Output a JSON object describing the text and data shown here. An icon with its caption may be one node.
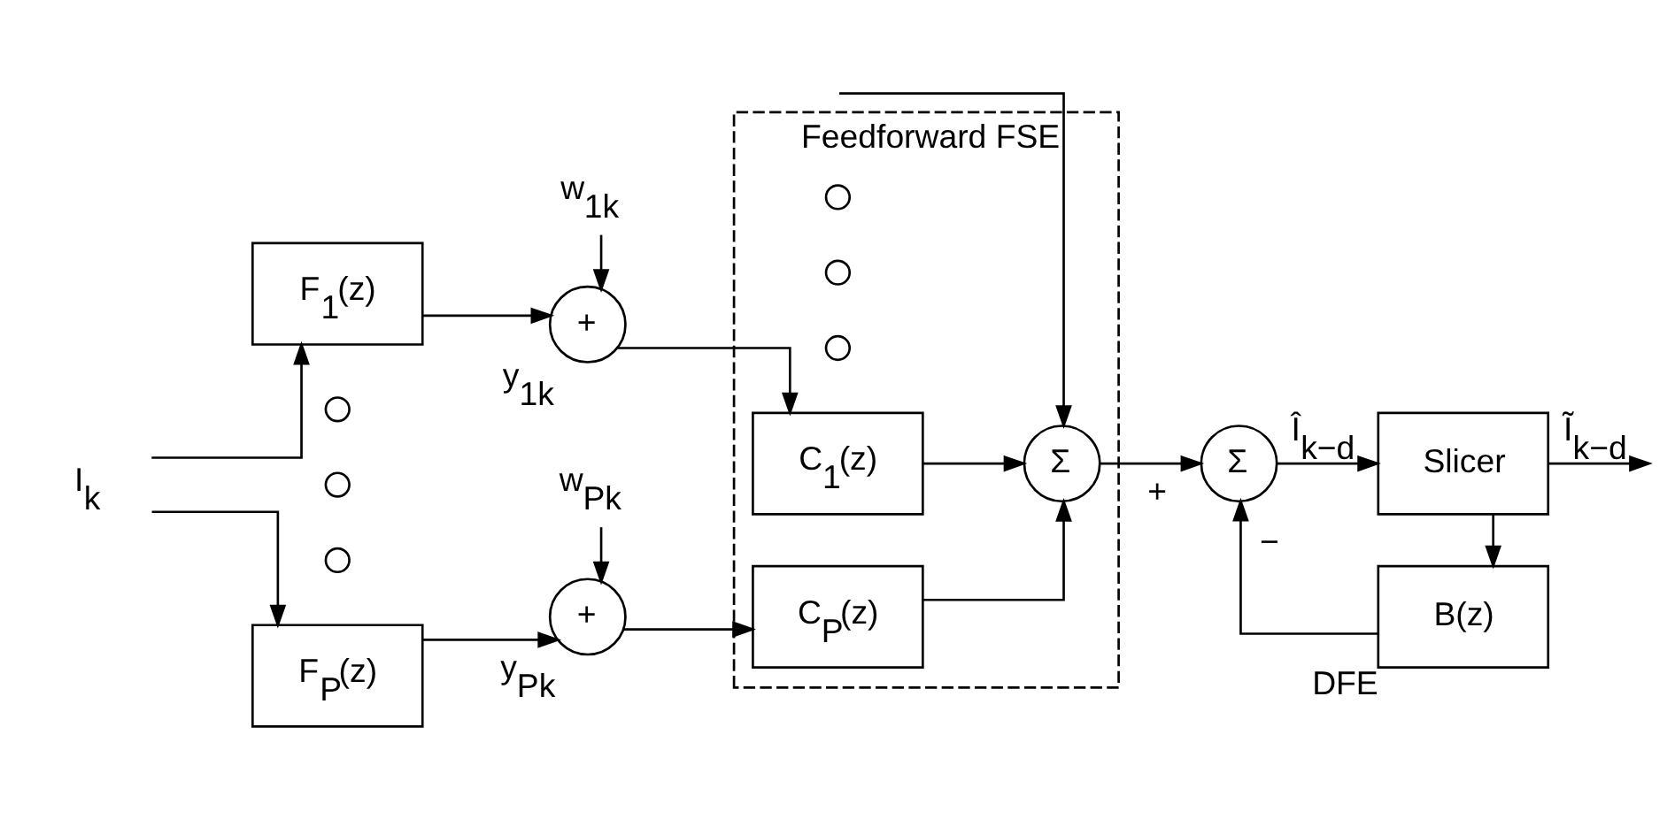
{
  "diagram": {
    "nodes": [
      {
        "text": [
          "Feedforward FSE"
        ]
      },
      {
        "text": [
          "I$_{k}$"
        ]
      },
      {
        "text": [
          "F$_{1}$(z)"
        ]
      },
      {
        "text": [
          "+"
        ],
        "beside": [
          "y$_{1k}$"
        ]
      },
      {
        "text": [
          "w$_{1k}$"
        ]
      },
      {
        "text": [
          "F$_{P}$(z)"
        ]
      },
      {
        "text": [
          "+"
        ],
        "beside": [
          "y$_{Pk}$"
        ]
      },
      {
        "text": [
          "w$_{Pk}$"
        ]
      },
      {
        "text": [
          "C$_{1}$(z)"
        ],
        "in": 0
      },
      {
        "text": [
          "C$_{P}$(z)"
        ],
        "in": 0
      },
      {
        "text": [
          "Σ"
        ],
        "in": 0
      },
      {
        "text": [
          "Σ"
        ]
      },
      {
        "text": [
          "Slicer"
        ]
      },
      {
        "text": [
          "B(z)"
        ],
        "beside": [
          "DFE"
        ]
      },
      {
        "text": [],
        "shape": "circle"
      },
      {
        "text": [],
        "shape": "circle"
      },
      {
        "text": [],
        "shape": "circle"
      },
      {
        "text": [],
        "shape": "circle",
        "in": 0
      },
      {
        "text": [],
        "shape": "circle",
        "in": 0
      },
      {
        "text": [],
        "shape": "circle",
        "in": 0
      }
    ],
    "edges": [
      {
        "from": 1,
        "to": 2,
        "arrow": "to"
      },
      {
        "from": 1,
        "to": 5,
        "arrow": "to"
      },
      {
        "from": 2,
        "to": 3,
        "arrow": "to"
      },
      {
        "from": 4,
        "to": 3,
        "arrow": "to"
      },
      {
        "from": 5,
        "to": 6,
        "arrow": "to"
      },
      {
        "from": 7,
        "to": 6,
        "arrow": "to"
      },
      {
        "from": 3,
        "to": 8,
        "arrow": "to"
      },
      {
        "from": 6,
        "to": 9,
        "arrow": "to"
      },
      {
        "from": 8,
        "to": 10,
        "arrow": "to"
      },
      {
        "from": 9,
        "to": 10,
        "arrow": "to"
      },
      {
        "from": null,
        "to": 10,
        "arrow": "to"
      },
      {
        "from": 10,
        "to": 11,
        "arrow": "to",
        "label": "+"
      },
      {
        "from": 11,
        "to": 12,
        "arrow": "to",
        "label": "Î$_{k−d}$"
      },
      {
        "from": 12,
        "to": null,
        "arrow": "to",
        "label": "Ĩ$_{k−d}$"
      },
      {
        "from": 12,
        "to": 13,
        "arrow": "to"
      },
      {
        "from": 13,
        "to": 11,
        "arrow": "to",
        "label": "−"
      }
    ]
  }
}
